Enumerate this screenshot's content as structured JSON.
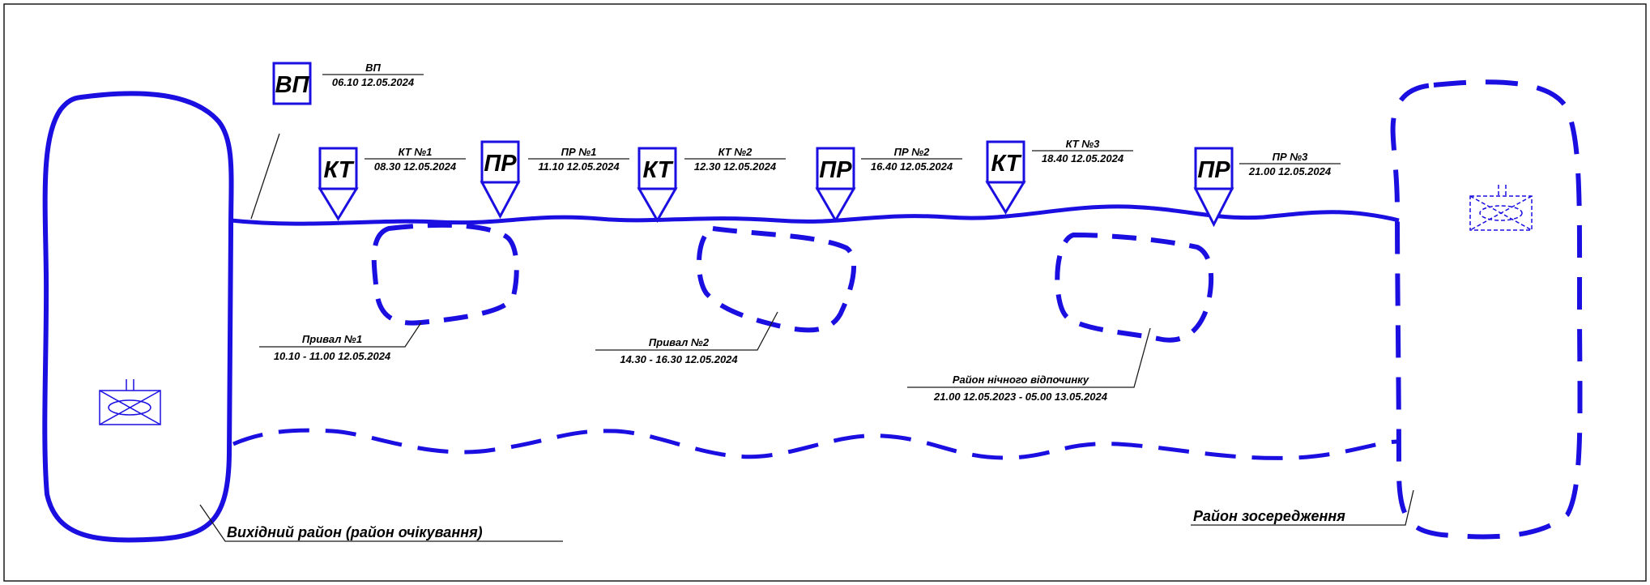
{
  "colors": {
    "route": "#1a0fe0",
    "text": "#000000",
    "frame": "#1a1a1a",
    "background": "#ffffff"
  },
  "flags": [
    {
      "code": "ВП",
      "title": "ВП",
      "time": "06.10 12.05.2024"
    },
    {
      "code": "КТ",
      "title": "КТ №1",
      "time": "08.30 12.05.2024"
    },
    {
      "code": "ПР",
      "title": "ПР №1",
      "time": "11.10 12.05.2024"
    },
    {
      "code": "КТ",
      "title": "КТ №2",
      "time": "12.30 12.05.2024"
    },
    {
      "code": "ПР",
      "title": "ПР №2",
      "time": "16.40 12.05.2024"
    },
    {
      "code": "КТ",
      "title": "КТ №3",
      "time": "18.40 12.05.2024"
    },
    {
      "code": "ПР",
      "title": "ПР №3",
      "time": "21.00 12.05.2024"
    }
  ],
  "halts": [
    {
      "title": "Привал №1",
      "time": "10.10 - 11.00 12.05.2024"
    },
    {
      "title": "Привал №2",
      "time": "14.30 - 16.30 12.05.2024"
    },
    {
      "title": "Район нічного відпочинку",
      "time": "21.00 12.05.2023 - 05.00 13.05.2024"
    }
  ],
  "areas": {
    "departure": "Вихідний район (район очікування)",
    "concentration": "Район зосередження"
  },
  "unit_symbol_icon": "unit-tank-battalion-symbol"
}
